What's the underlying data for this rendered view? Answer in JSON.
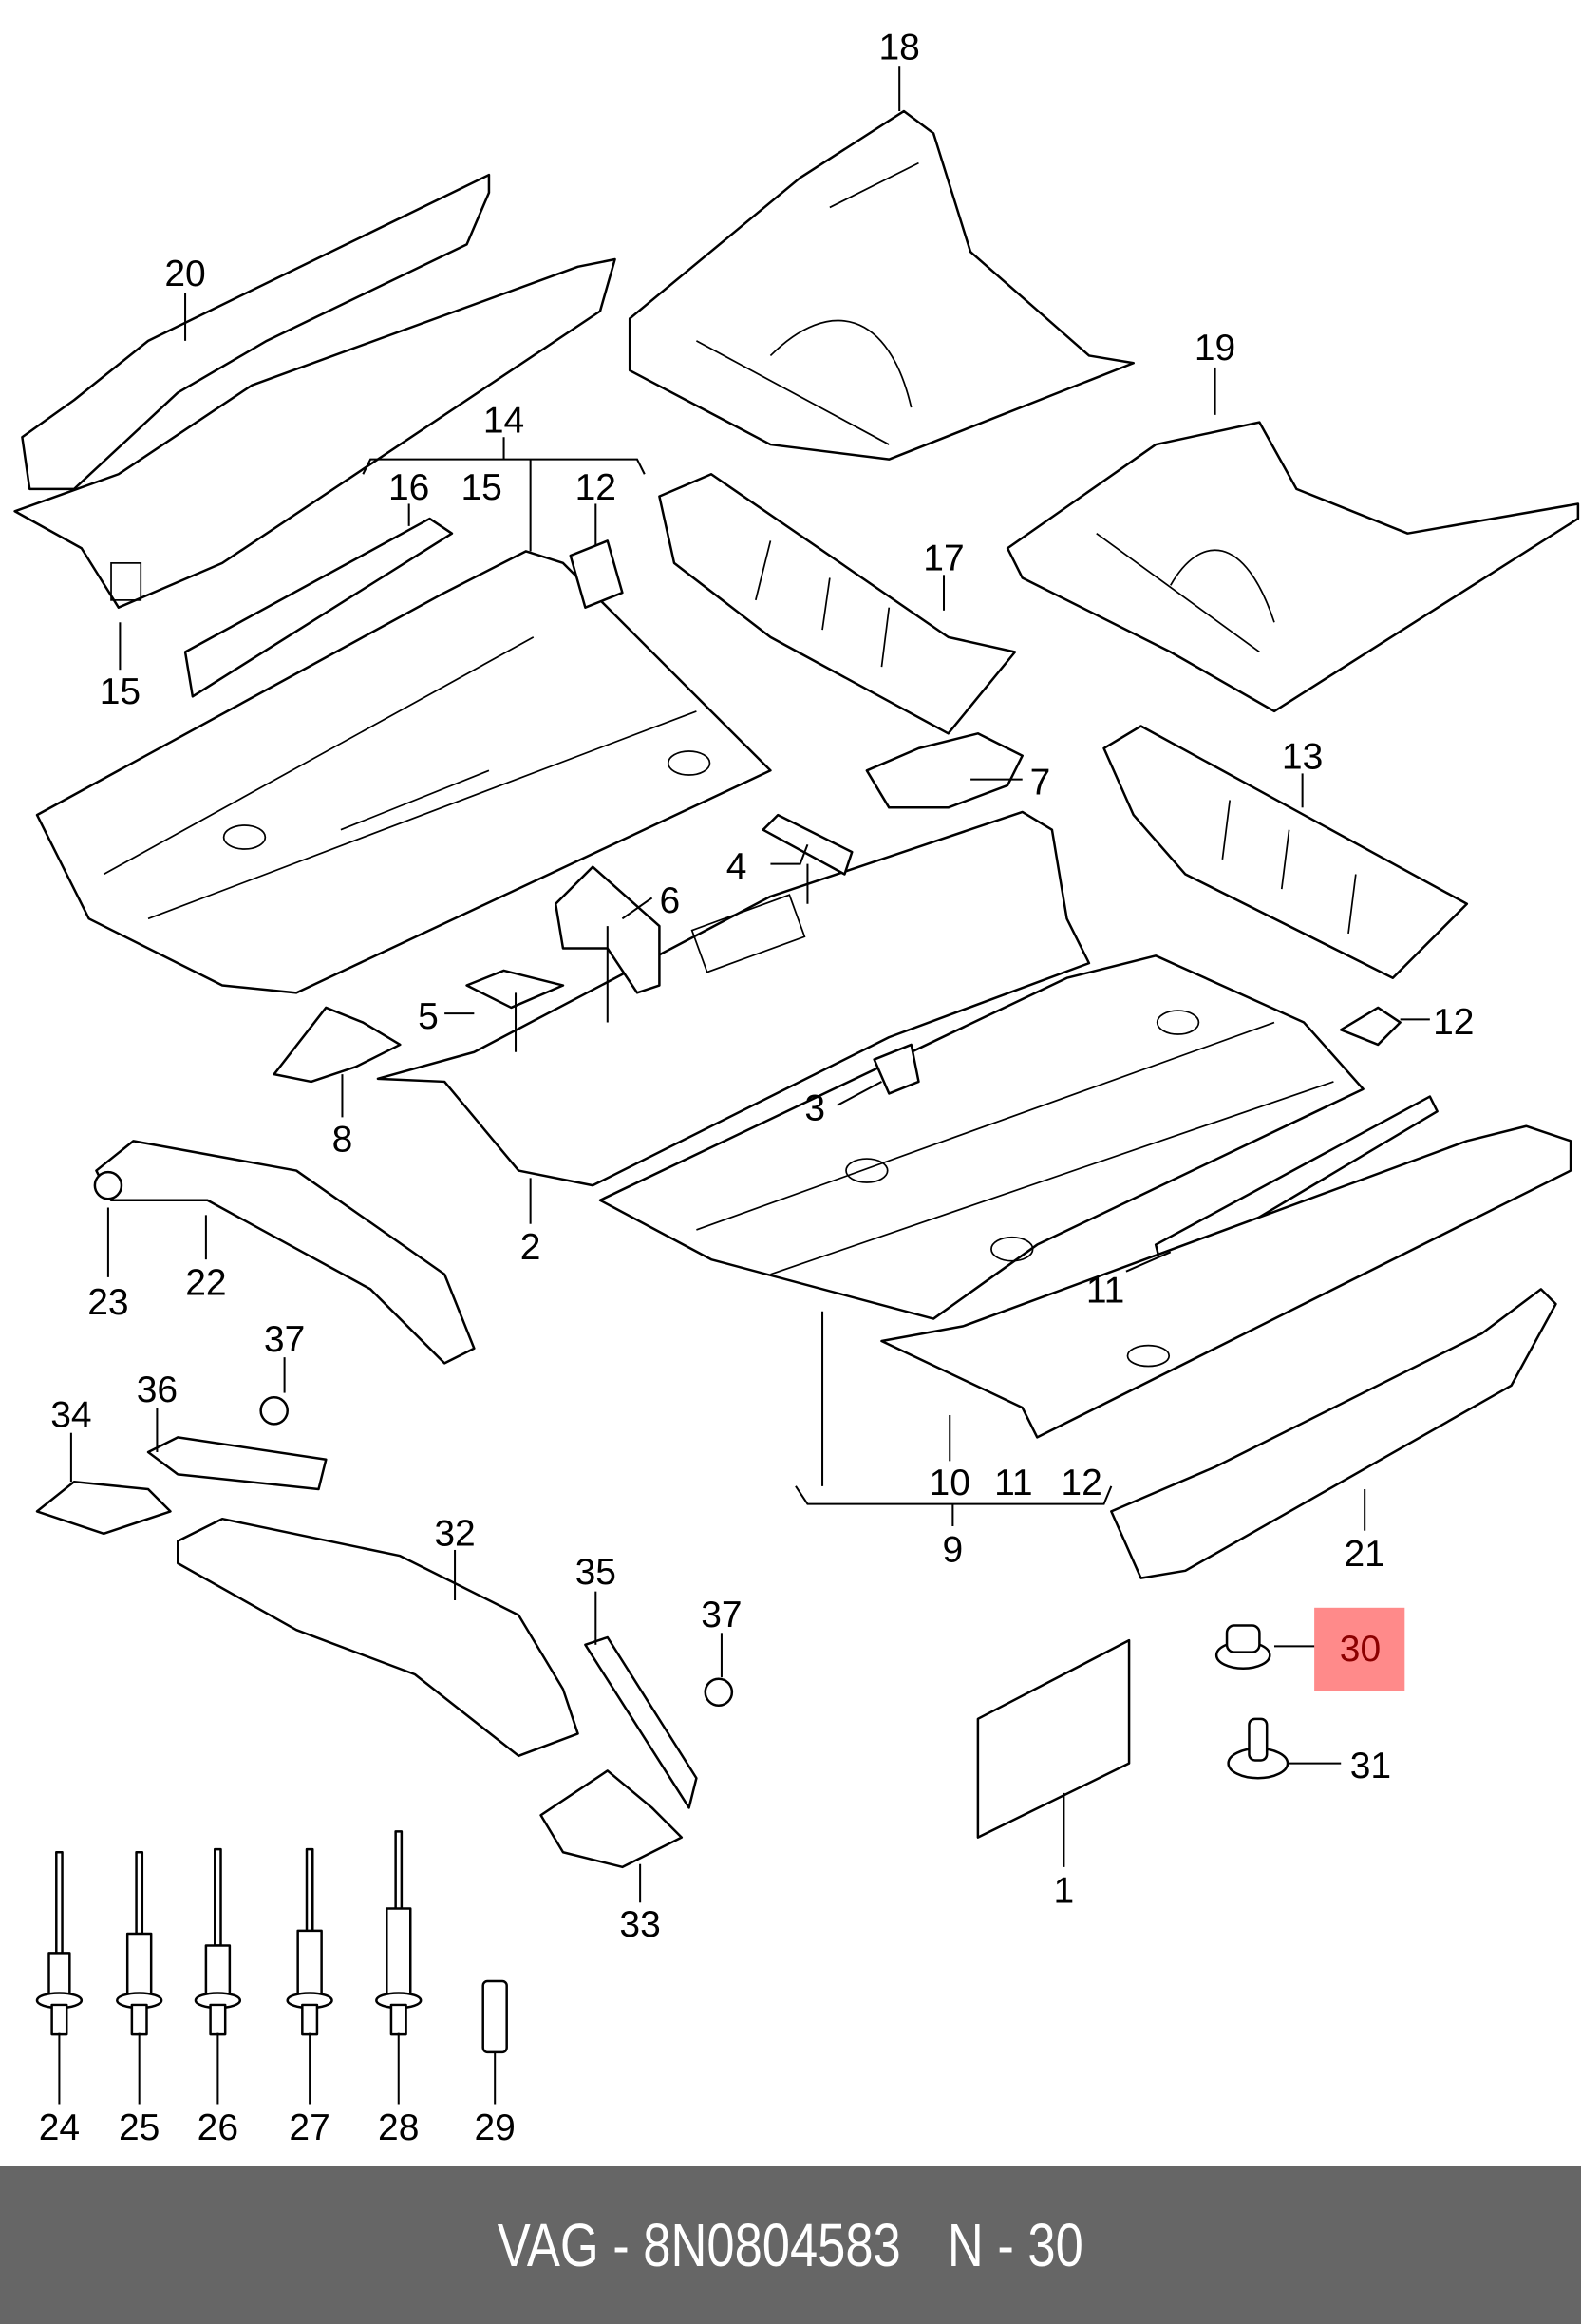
{
  "diagram": {
    "highlight_color": "#ff8a8a",
    "highlight_text_color": "#8b0000",
    "highlighted_callout": "30",
    "callouts": [
      {
        "label": "18"
      },
      {
        "label": "20"
      },
      {
        "label": "14"
      },
      {
        "label": "16"
      },
      {
        "label": "15"
      },
      {
        "label": "12"
      },
      {
        "label": "15"
      },
      {
        "label": "19"
      },
      {
        "label": "17"
      },
      {
        "label": "7"
      },
      {
        "label": "13"
      },
      {
        "label": "4"
      },
      {
        "label": "6"
      },
      {
        "label": "5"
      },
      {
        "label": "12"
      },
      {
        "label": "3"
      },
      {
        "label": "8"
      },
      {
        "label": "2"
      },
      {
        "label": "23"
      },
      {
        "label": "22"
      },
      {
        "label": "11"
      },
      {
        "label": "37"
      },
      {
        "label": "36"
      },
      {
        "label": "34"
      },
      {
        "label": "10"
      },
      {
        "label": "11"
      },
      {
        "label": "12"
      },
      {
        "label": "9"
      },
      {
        "label": "21"
      },
      {
        "label": "32"
      },
      {
        "label": "35"
      },
      {
        "label": "37"
      },
      {
        "label": "30"
      },
      {
        "label": "31"
      },
      {
        "label": "1"
      },
      {
        "label": "33"
      },
      {
        "label": "24"
      },
      {
        "label": "25"
      },
      {
        "label": "26"
      },
      {
        "label": "27"
      },
      {
        "label": "28"
      },
      {
        "label": "29"
      }
    ]
  },
  "footer": {
    "brand": "VAG",
    "separator": " - ",
    "part_number": "8N0804583",
    "position_prefix": "N",
    "position": "30",
    "background_color": "#666666"
  }
}
